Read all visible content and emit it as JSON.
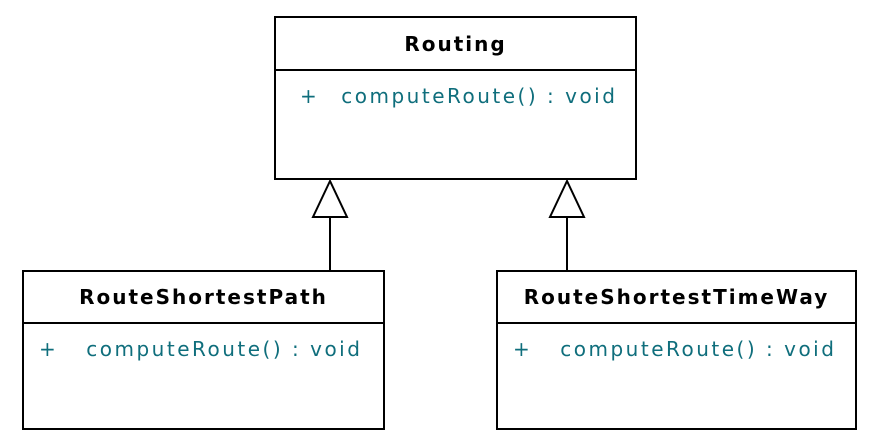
{
  "diagram": {
    "kind": "uml-class-diagram",
    "background": "#ffffff",
    "colors": {
      "box_border": "#000000",
      "box_fill": "#ffffff",
      "class_name_text": "#000000",
      "member_text": "#0f6e7c",
      "connector": "#000000"
    },
    "classes": [
      {
        "name": "Routing",
        "methods": [
          {
            "visibility": "+",
            "signature": "computeRoute() : void"
          }
        ]
      },
      {
        "name": "RouteShortestPath",
        "methods": [
          {
            "visibility": "+",
            "signature": "computeRoute() : void"
          }
        ]
      },
      {
        "name": "RouteShortestTimeWay",
        "methods": [
          {
            "visibility": "+",
            "signature": "computeRoute() : void"
          }
        ]
      }
    ],
    "relationships": [
      {
        "type": "generalization",
        "from": "RouteShortestPath",
        "to": "Routing"
      },
      {
        "type": "generalization",
        "from": "RouteShortestTimeWay",
        "to": "Routing"
      }
    ]
  }
}
